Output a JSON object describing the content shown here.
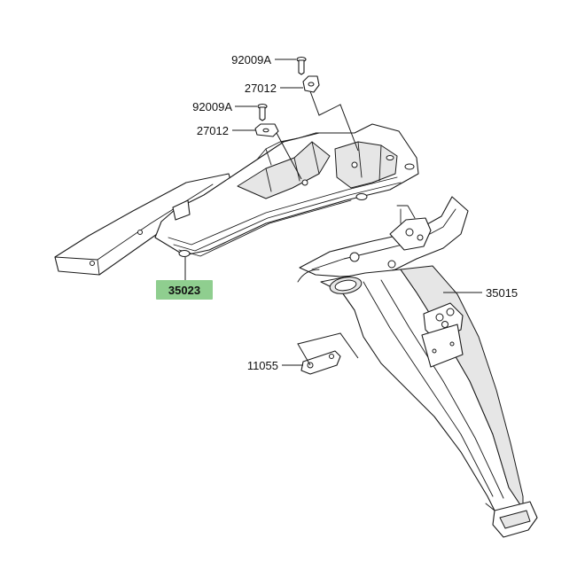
{
  "diagram": {
    "labels": [
      {
        "id": "bolt-top",
        "text": "92009A"
      },
      {
        "id": "clip-top",
        "text": "27012"
      },
      {
        "id": "bolt-mid",
        "text": "92009A"
      },
      {
        "id": "clip-mid",
        "text": "27012"
      },
      {
        "id": "flap",
        "text": "35023",
        "highlighted": true
      },
      {
        "id": "fender",
        "text": "35015"
      },
      {
        "id": "bracket",
        "text": "11055"
      }
    ],
    "colors": {
      "highlight": "#8fce8f",
      "line": "#1a1a1a",
      "background": "#ffffff"
    }
  }
}
